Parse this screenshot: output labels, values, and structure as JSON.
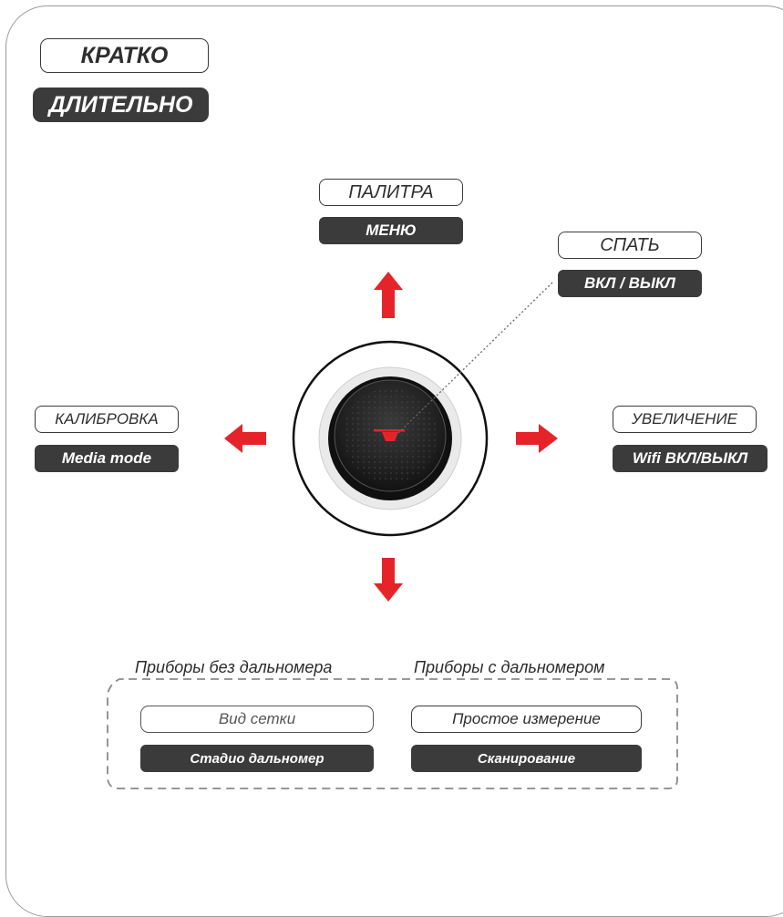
{
  "legend": {
    "short": "КРАТКО",
    "long": "ДЛИТЕЛЬНО"
  },
  "up": {
    "short": "ПАЛИТРА",
    "long": "МЕНЮ"
  },
  "center": {
    "short": "СПАТЬ",
    "long": "ВКЛ / ВЫКЛ"
  },
  "left": {
    "short": "КАЛИБРОВКА",
    "long": "Media mode"
  },
  "right": {
    "short": "УВЕЛИЧЕНИЕ",
    "long": "Wifi ВКЛ/ВЫКЛ"
  },
  "down": {
    "without_rangefinder": {
      "caption": "Приборы без дальномера",
      "short": "Вид сетки",
      "long": "Стадио дальномер"
    },
    "with_rangefinder": {
      "caption": "Приборы с дальномером",
      "short": "Простое измерение",
      "long": "Сканирование"
    }
  },
  "colors": {
    "arrow": "#e5242a",
    "dark_pill": "#3b3b3b",
    "outline": "#3a3a3a"
  },
  "icons": [
    "arrow-up-icon",
    "arrow-down-icon",
    "arrow-left-icon",
    "arrow-right-icon",
    "joystick-button-icon"
  ]
}
